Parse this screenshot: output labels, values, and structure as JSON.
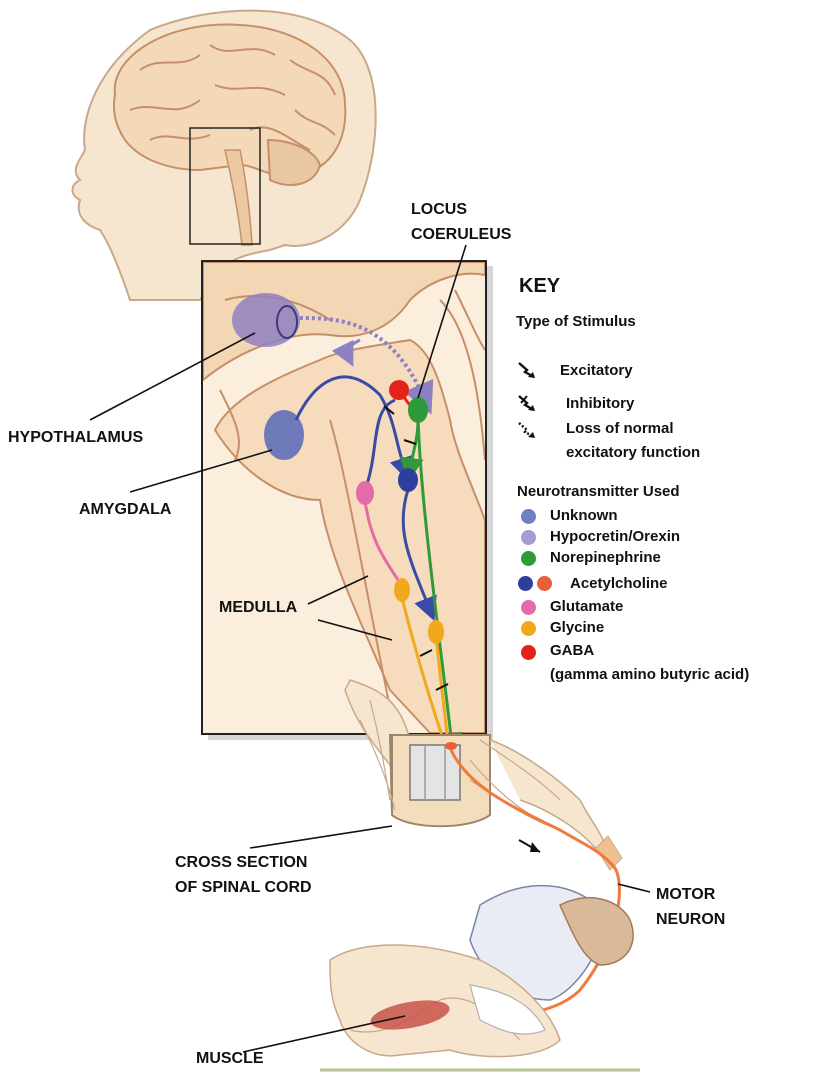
{
  "labels": {
    "locus_coeruleus_1": "LOCUS",
    "locus_coeruleus_2": "COERULEUS",
    "hypothalamus": "HYPOTHALAMUS",
    "amygdala": "AMYGDALA",
    "medulla": "MEDULLA",
    "cross_section_1": "CROSS SECTION",
    "cross_section_2": "OF SPINAL CORD",
    "motor_neuron_1": "MOTOR",
    "motor_neuron_2": "NEURON",
    "muscle": "MUSCLE"
  },
  "key": {
    "title": "KEY",
    "stimulus_heading": "Type of Stimulus",
    "stimulus": [
      {
        "icon": "excitatory-arrow-icon",
        "label": "Excitatory"
      },
      {
        "icon": "inhibitory-arrow-icon",
        "label": "Inhibitory"
      },
      {
        "icon": "loss-arrow-icon",
        "label_1": "Loss of normal",
        "label_2": "excitatory function"
      }
    ],
    "neuro_heading": "Neurotransmitter Used",
    "neurotransmitters": [
      {
        "label": "Unknown",
        "colors": [
          "#6f7fc0"
        ]
      },
      {
        "label": "Hypocretin/Orexin",
        "colors": [
          "#a99bd0"
        ]
      },
      {
        "label": "Norepinephrine",
        "colors": [
          "#2f9a3a"
        ]
      },
      {
        "label": "Acetylcholine",
        "colors": [
          "#2c3f9e",
          "#e8603a"
        ]
      },
      {
        "label": "Glutamate",
        "colors": [
          "#e46aa8"
        ]
      },
      {
        "label": "Glycine",
        "colors": [
          "#f2a81c"
        ]
      },
      {
        "label": "GABA",
        "colors": [
          "#e2231a"
        ]
      }
    ],
    "gaba_note": "(gamma amino butyric acid)"
  },
  "colors": {
    "skin": "#f6e6cf",
    "skin_line": "#c9a889",
    "brain": "#f3d9b8",
    "brain_line": "#c68f69",
    "motor_neuron": "#f07a3c",
    "muscle": "#c8524a"
  }
}
